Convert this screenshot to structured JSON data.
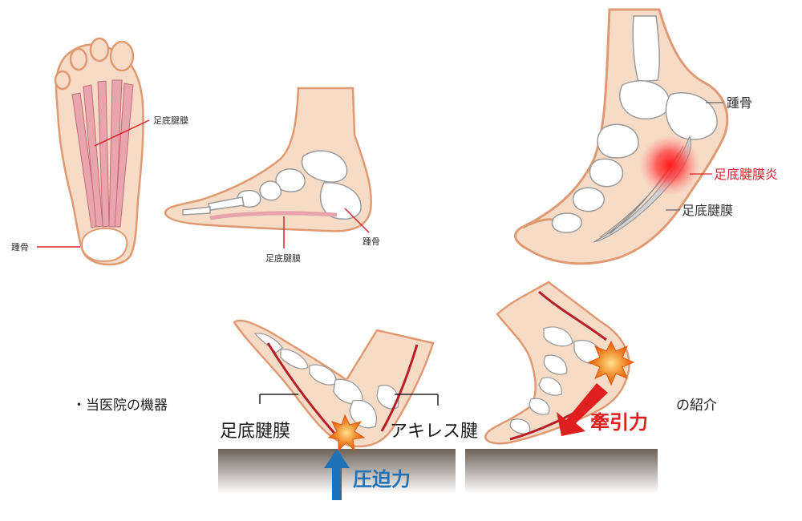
{
  "top_left": {
    "sole_fascia_label": "足底腱膜",
    "sole_calcaneus_label": "踵骨",
    "side_fascia_label": "足底腱膜",
    "side_calcaneus_label": "踵骨"
  },
  "top_right": {
    "calcaneus_label": "踵骨",
    "fasciitis_label": "足底腱膜炎",
    "fascia_label": "足底腱膜"
  },
  "bottom": {
    "intro_text": "・当医院の機器",
    "suffix_text": "の紹介",
    "fascia_label": "足底腱膜",
    "achilles_label": "アキレス腱",
    "compression_label": "圧迫力",
    "traction_label": "牽引力"
  },
  "colors": {
    "skin": "#f6dcc6",
    "skin_outline": "#e09a73",
    "bone": "#ffffff",
    "bone_outline": "#9a9a9a",
    "fascia": "#e6a3ac",
    "inflammation": "#ee1c25",
    "label_red": "#d9232e",
    "arrow_blue": "#1f72b8",
    "arrow_red": "#e02020",
    "ground": "#7b6e62"
  }
}
